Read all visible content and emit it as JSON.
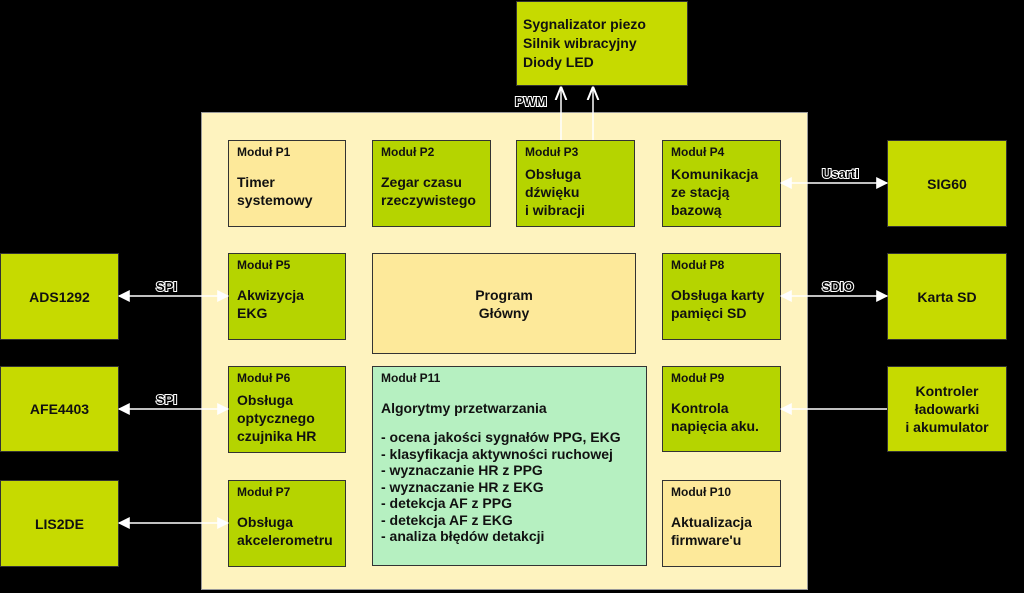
{
  "external": {
    "outputs": "Sygnalizator piezo\nSilnik wibracyjny\nDiody LED",
    "sig60": "SIG60",
    "ads1292": "ADS1292",
    "afe4403": "AFE4403",
    "lis2de": "LIS2DE",
    "sd_card": "Karta SD",
    "charger": "Kontroler\nładowarki\ni akumulator"
  },
  "links": {
    "pwm": "PWM",
    "usart": "UsartI",
    "sdio": "SDIO",
    "spi_a": "SPI",
    "spi_b": "SPI"
  },
  "modules": {
    "p1": {
      "title": "Moduł P1",
      "body": "Timer\nsystemowy"
    },
    "p2": {
      "title": "Moduł P2",
      "body": "Zegar czasu\nrzeczywistego"
    },
    "p3": {
      "title": "Moduł P3",
      "body": "Obsługa\ndźwięku\ni wibracji"
    },
    "p4": {
      "title": "Moduł P4",
      "body": "Komunikacja\nze stacją\nbazową"
    },
    "p5": {
      "title": "Moduł P5",
      "body": "Akwizycja\nEKG"
    },
    "p6": {
      "title": "Moduł P6",
      "body": "Obsługa\noptycznego\nczujnika HR"
    },
    "p7": {
      "title": "Moduł P7",
      "body": "Obsługa\nakcelerometru"
    },
    "p8": {
      "title": "Moduł P8",
      "body": "Obsługa karty\npamięci SD"
    },
    "p9": {
      "title": "Moduł P9",
      "body": "Kontrola\nnapięcia aku."
    },
    "p10": {
      "title": "Moduł P10",
      "body": "Aktualizacja\nfirmware'u"
    },
    "p11": {
      "title": "Moduł P11",
      "heading": "Algorytmy przetwarzania",
      "items": [
        "- ocena jakości sygnałów PPG, EKG",
        "- klasyfikacja aktywności ruchowej",
        "- wyznaczanie HR z PPG",
        "- wyznaczanie HR z EKG",
        "- detekcja AF z PPG",
        "- detekcja AF z EKG",
        "- analiza błędów detakcji"
      ]
    }
  },
  "main_program": "Program\nGłówny",
  "colors": {
    "background": "#000000",
    "board": "#fef3bf",
    "module_green": "#b5d400",
    "module_light": "#fde99a",
    "module_algo": "#b6f0c1",
    "external": "#c6da00"
  }
}
